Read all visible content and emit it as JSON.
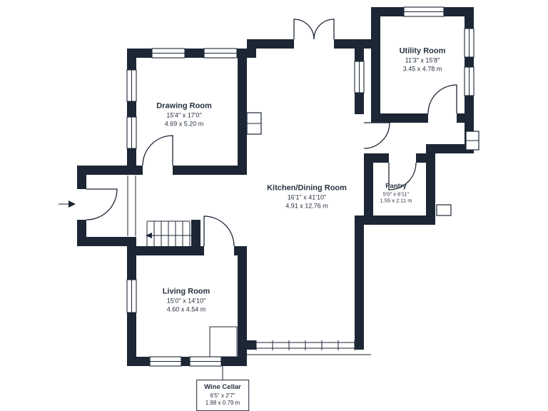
{
  "colors": {
    "wall": "#1c2634",
    "ink": "#27313f",
    "background": "#ffffff"
  },
  "rooms": {
    "drawing": {
      "name": "Drawing Room",
      "imperial": "15'4\" x 17'0\"",
      "metric": "4.69 x 5.20 m"
    },
    "utility": {
      "name": "Utility Room",
      "imperial": "11'3\" x 15'8\"",
      "metric": "3.45 x 4.78 m"
    },
    "kitchen": {
      "name": "Kitchen/Dining Room",
      "imperial": "16'1\" x 41'10\"",
      "metric": "4.91 x 12.76 m"
    },
    "pantry": {
      "name": "Pantry",
      "imperial": "5'0\" x 6'11\"",
      "metric": "1.55 x 2.11 m"
    },
    "living": {
      "name": "Living Room",
      "imperial": "15'0\" x 14'10\"",
      "metric": "4.60 x 4.54 m"
    },
    "wine": {
      "name": "Wine Cellar",
      "imperial": "6'5\" x 2'7\"",
      "metric": "1.98 x 0.79 m"
    }
  }
}
